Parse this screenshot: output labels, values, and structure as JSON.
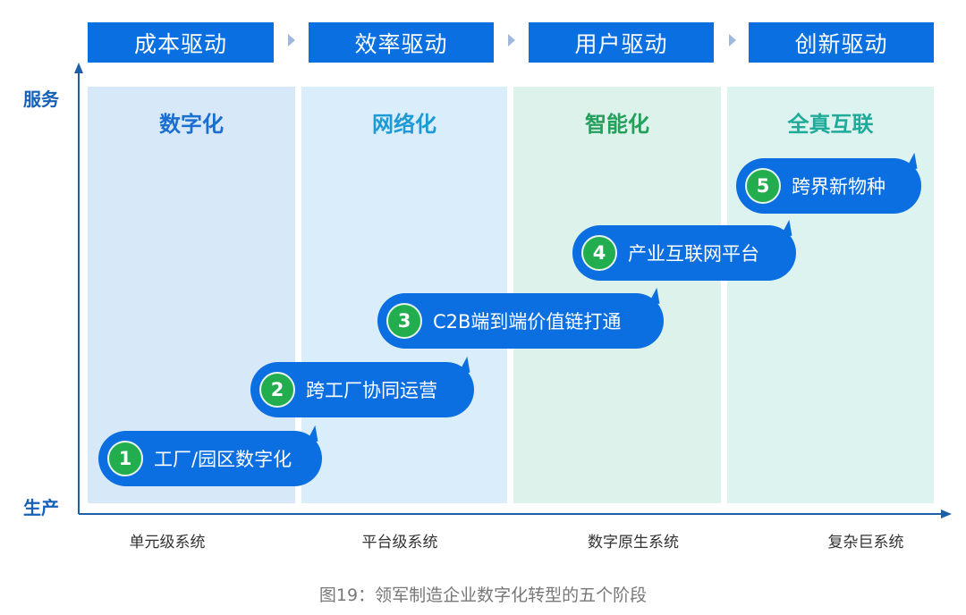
{
  "drivers": [
    "成本驱动",
    "效率驱动",
    "用户驱动",
    "创新驱动"
  ],
  "phases": [
    {
      "title": "数字化",
      "bg": "#d7e8f9",
      "color": "#1a6fd0"
    },
    {
      "title": "网络化",
      "bg": "#d9eefa",
      "color": "#1d9ad6"
    },
    {
      "title": "智能化",
      "bg": "#dcf2ea",
      "color": "#24a05c"
    },
    {
      "title": "全真互联",
      "bg": "#dcf3ef",
      "color": "#1eab9a"
    }
  ],
  "stages": [
    {
      "num": "1",
      "label": "工厂/园区数字化"
    },
    {
      "num": "2",
      "label": "跨工厂协同运营"
    },
    {
      "num": "3",
      "label": "C2B端到端价值链打通"
    },
    {
      "num": "4",
      "label": "产业互联网平台"
    },
    {
      "num": "5",
      "label": "跨界新物种"
    }
  ],
  "axis": {
    "y_top": "服务",
    "y_bottom": "生产"
  },
  "x_labels": [
    "单元级系统",
    "平台级系统",
    "数字原生系统",
    "复杂巨系统"
  ],
  "caption": "图19：领军制造企业数字化转型的五个阶段"
}
